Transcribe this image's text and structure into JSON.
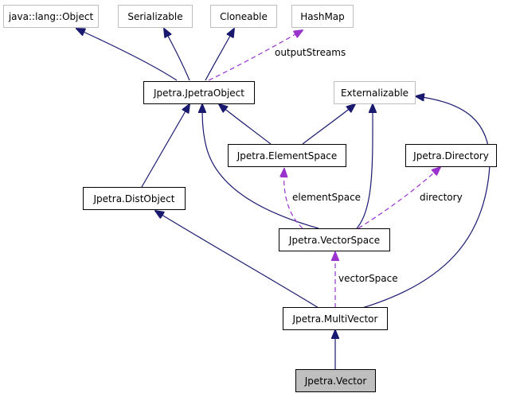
{
  "nodes": {
    "java_lang_object": "java::lang::Object",
    "serializable": "Serializable",
    "cloneable": "Cloneable",
    "hashmap": "HashMap",
    "jpetra_object": "Jpetra.JpetraObject",
    "externalizable": "Externalizable",
    "element_space": "Jpetra.ElementSpace",
    "directory": "Jpetra.Directory",
    "dist_object": "Jpetra.DistObject",
    "vector_space": "Jpetra.VectorSpace",
    "multi_vector": "Jpetra.MultiVector",
    "vector": "Jpetra.Vector"
  },
  "edge_labels": {
    "output_streams": "outputStreams",
    "element_space": "elementSpace",
    "directory": "directory",
    "vector_space": "vectorSpace"
  },
  "colors": {
    "inheritance": "#191970",
    "usage": "#9a32cd",
    "ghost_border": "#bfbfbf",
    "focus_fill": "#bfbfbf"
  }
}
